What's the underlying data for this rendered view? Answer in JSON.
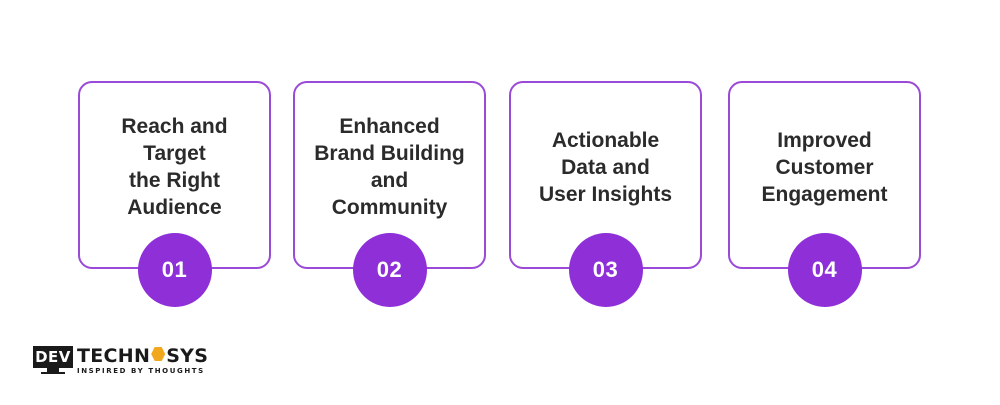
{
  "cards": [
    {
      "title": "Reach and\nTarget\nthe Right\nAudience",
      "number": "01"
    },
    {
      "title": "Enhanced\nBrand Building\nand\nCommunity",
      "number": "02"
    },
    {
      "title": "Actionable\nData and\nUser Insights",
      "number": "03"
    },
    {
      "title": "Improved\nCustomer\nEngagement",
      "number": "04"
    }
  ],
  "logo": {
    "mark": "DEV",
    "brand_part1": "TECHN",
    "brand_part2": "SYS",
    "tagline": "INSPIRED BY THOUGHTS"
  },
  "colors": {
    "accent": "#8e2fd8",
    "card_border": "#9b4ad8",
    "text": "#2b2b2b",
    "logo_hex": "#f2a81d"
  }
}
